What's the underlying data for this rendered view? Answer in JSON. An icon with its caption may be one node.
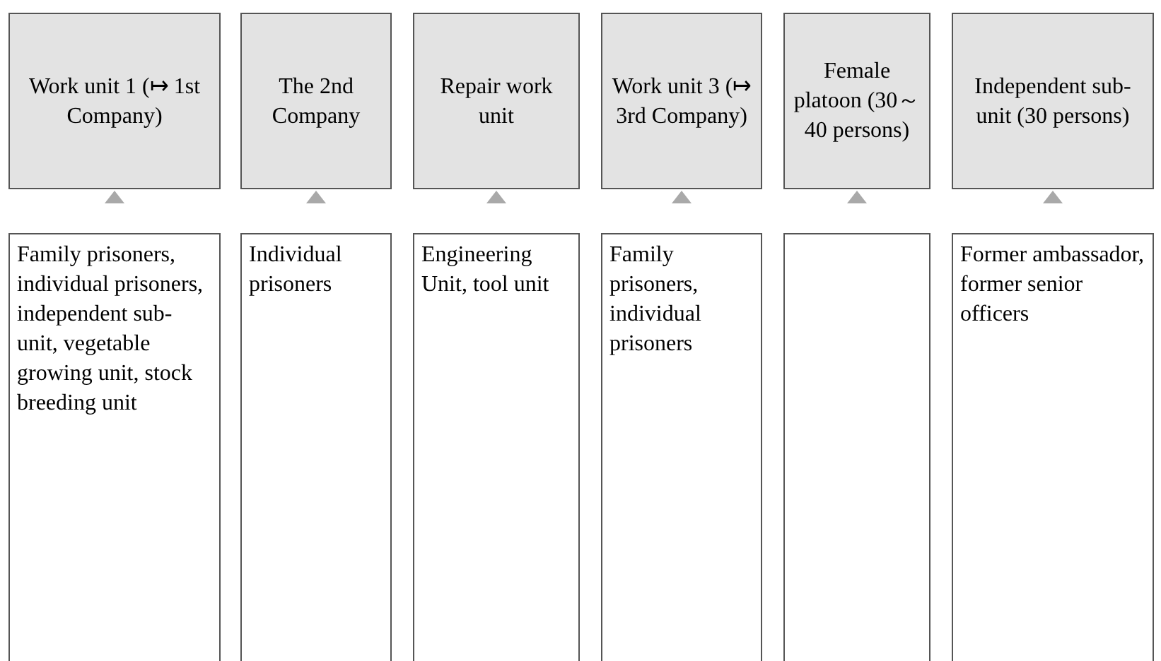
{
  "diagram": {
    "nodes": [
      {
        "text": [
          "Work unit 1 (↦ 1st Company)"
        ]
      },
      {
        "text": [
          "The 2nd Company"
        ]
      },
      {
        "text": [
          "Repair work unit"
        ]
      },
      {
        "text": [
          "Work unit 3 (↦ 3rd Company)"
        ]
      },
      {
        "text": [
          "Female platoon (30～40 persons)"
        ]
      },
      {
        "text": [
          "Independent sub-unit (30 persons)"
        ]
      },
      {
        "text": [
          "Family prisoners, individual prisoners, independent sub-unit, vegetable growing unit, stock breeding unit"
        ]
      },
      {
        "text": [
          "Individual prisoners"
        ]
      },
      {
        "text": [
          "Engineering Unit, tool unit"
        ]
      },
      {
        "text": [
          "Family prisoners, individual prisoners"
        ]
      },
      {
        "text": [],
        "shape": "box"
      },
      {
        "text": [
          "Former ambassador, former senior officers"
        ]
      }
    ],
    "edges": [
      {
        "from": 6,
        "to": 0,
        "arrow": "to"
      },
      {
        "from": 7,
        "to": 1,
        "arrow": "to"
      },
      {
        "from": 8,
        "to": 2,
        "arrow": "to"
      },
      {
        "from": 9,
        "to": 3,
        "arrow": "to"
      },
      {
        "from": 10,
        "to": 4,
        "arrow": "to"
      },
      {
        "from": 11,
        "to": 5,
        "arrow": "to"
      }
    ]
  }
}
